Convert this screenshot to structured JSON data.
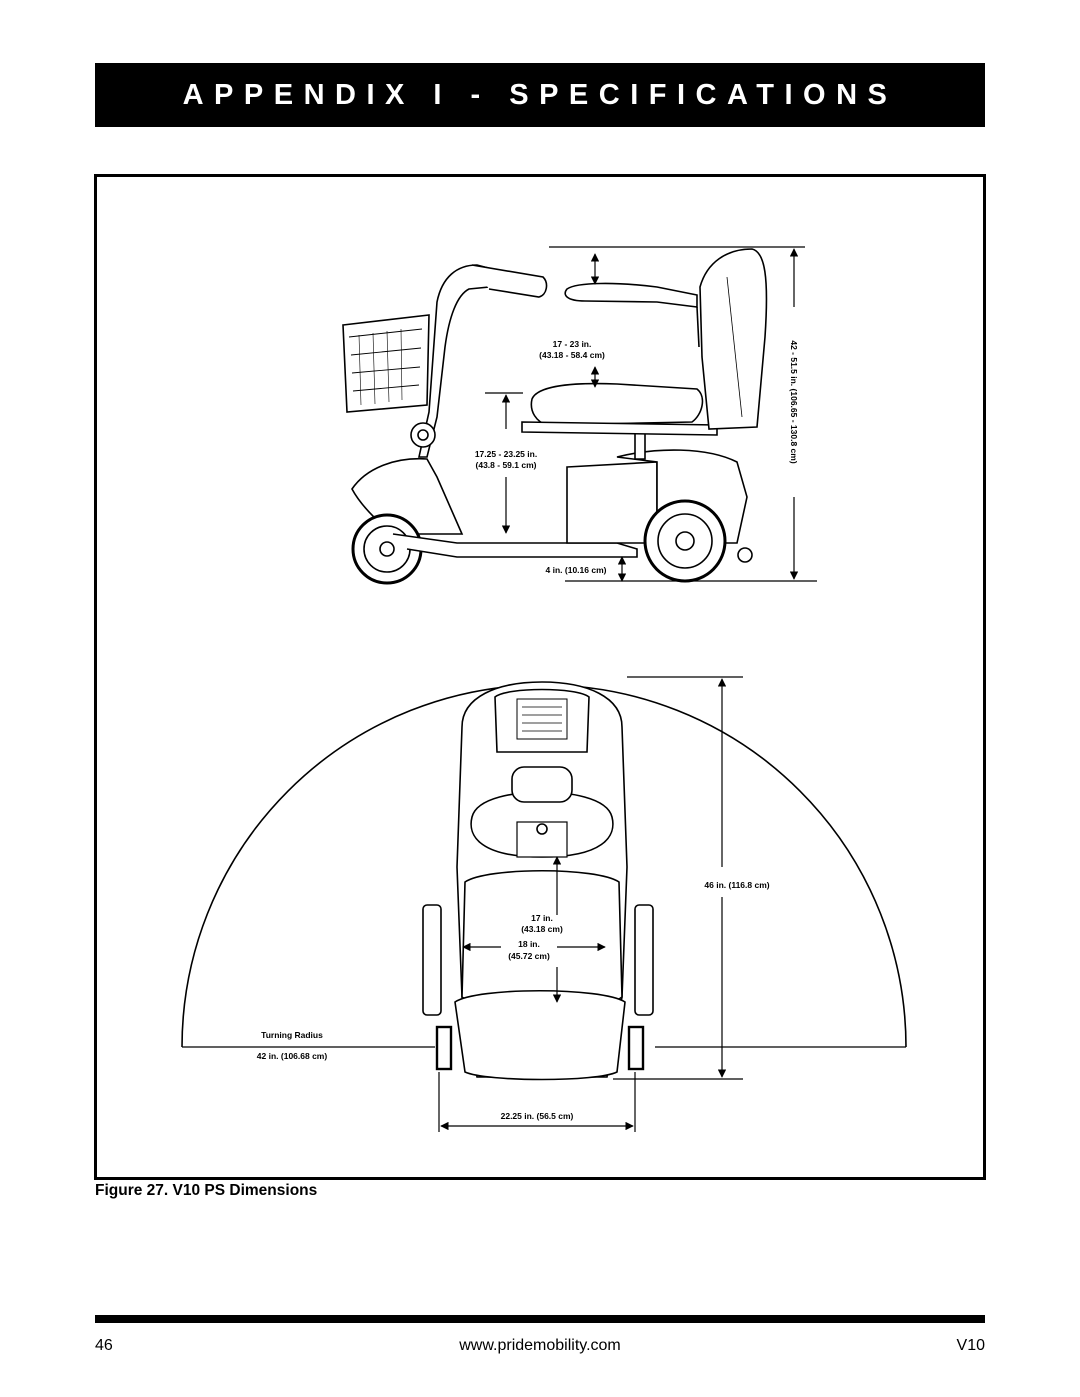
{
  "header": {
    "title": "APPENDIX I - SPECIFICATIONS"
  },
  "figure": {
    "caption": "Figure 27. V10 PS Dimensions",
    "side_view": {
      "seat_to_armrest_in": "17 - 23 in.",
      "seat_to_armrest_cm": "(43.18 - 58.4 cm)",
      "floor_to_seat_in": "17.25 - 23.25 in.",
      "floor_to_seat_cm": "(43.8 - 59.1 cm)",
      "ground_clearance": "4 in. (10.16 cm)",
      "overall_height": "42 - 51.5 in. (106.65 - 130.8 cm)"
    },
    "top_view": {
      "overall_length": "46 in. (116.8 cm)",
      "seat_depth_in": "17 in.",
      "seat_depth_cm": "(43.18 cm)",
      "seat_width_in": "18 in.",
      "seat_width_cm": "(45.72 cm)",
      "turning_radius_label": "Turning Radius",
      "turning_radius_value": "42 in. (106.68 cm)",
      "overall_width": "22.25 in. (56.5 cm)"
    }
  },
  "footer": {
    "page_number": "46",
    "website": "www.pridemobility.com",
    "model": "V10"
  }
}
